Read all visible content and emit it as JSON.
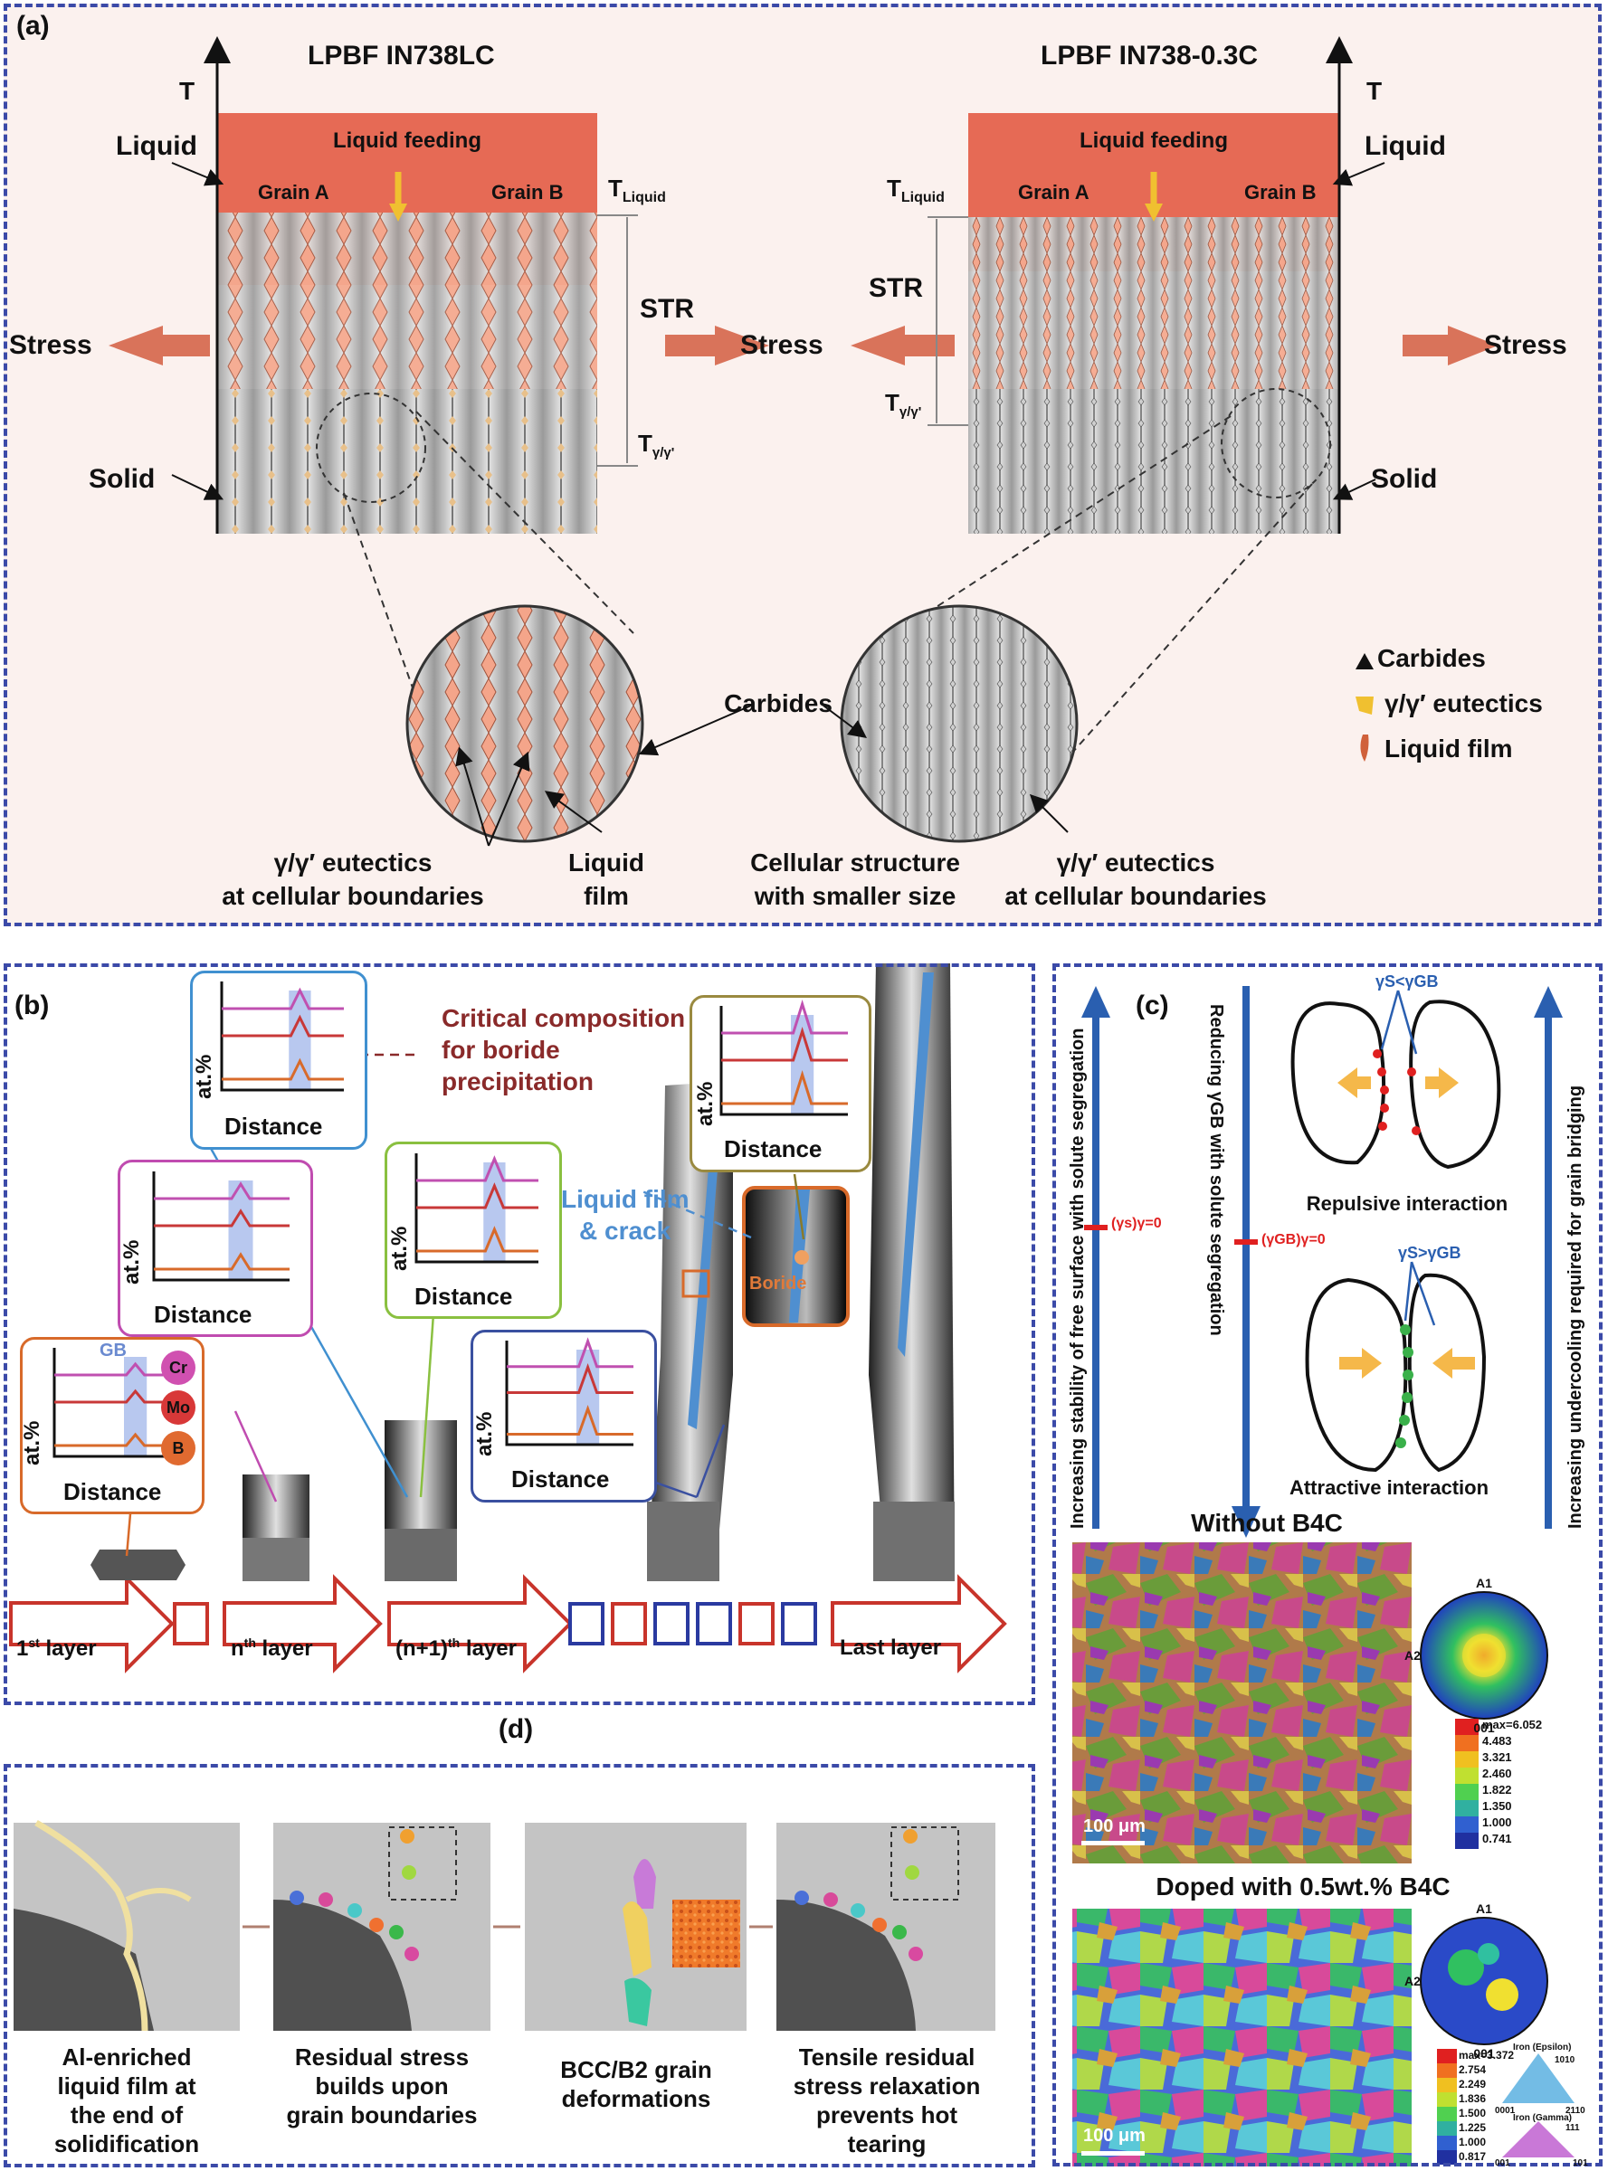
{
  "panel_a": {
    "tag": "(a)",
    "title_left": "LPBF IN738LC",
    "title_right": "LPBF IN738-0.3C",
    "axis_T": "T",
    "liquid": "Liquid",
    "liquid_feeding": "Liquid feeding",
    "grain_a": "Grain A",
    "grain_b": "Grain B",
    "t_liquid": "T",
    "t_liquid_sub": "Liquid",
    "t_gamma": "T",
    "t_gamma_sub": "γ/γ'",
    "str": "STR",
    "stress": "Stress",
    "solid": "Solid",
    "carbides": "Carbides",
    "eutectics_left_1": "γ/γ′ eutectics",
    "eutectics_left_2": "at cellular boundaries",
    "liquid_film_1": "Liquid",
    "liquid_film_2": "film",
    "cellular_1": "Cellular structure",
    "cellular_2": "with smaller size",
    "eutectics_right_1": "γ/γ′ eutectics",
    "eutectics_right_2": "at cellular boundaries",
    "legend": {
      "carbides": "Carbides",
      "eutectics": "γ/γ′ eutectics",
      "liquid_film": "Liquid film"
    }
  },
  "panel_b": {
    "tag": "(b)",
    "axis_y": "at.%",
    "axis_x": "Distance",
    "gb": "GB",
    "elements": [
      "Cr",
      "Mo",
      "B"
    ],
    "critical_1": "Critical composition",
    "critical_2": "for boride",
    "critical_3": "precipitation",
    "liquid_film_crack_1": "Liquid film",
    "liquid_film_crack_2": "& crack",
    "boride": "Boride",
    "layers": {
      "first": "1",
      "first_sup": "st",
      "first_rest": " layer",
      "nth": "n",
      "nth_sup": "th",
      "nth_rest": " layer",
      "n1": "(n+1)",
      "n1_sup": "th",
      "n1_rest": " layer",
      "last": "Last layer"
    }
  },
  "panel_c": {
    "tag": "(c)",
    "left_arrow_text": "Increasing stability of free surface with solute segregation",
    "mid_arrow_text": "Reducing γGB with solute segregation",
    "right_arrow_text": "Increasing undercooling required for grain bridging",
    "gamma_s": "(γs)γ=0",
    "gamma_gb": "(γGB)γ=0",
    "rel_top": "γS<γGB",
    "rel_bottom": "γS>γGB",
    "repulsive": "Repulsive interaction",
    "attractive": "Attractive interaction",
    "map1_title": "Without B4C",
    "map2_title": "Doped with 0.5wt.% B4C",
    "scale_bar": "100 μm",
    "pf_a1": "A1",
    "pf_a2": "A2",
    "pf_001": "001",
    "scale1": [
      "max=6.052",
      "4.483",
      "3.321",
      "2.460",
      "1.822",
      "1.350",
      "1.000",
      "0.741"
    ],
    "scale2": [
      "max=3.372",
      "2.754",
      "2.249",
      "1.836",
      "1.500",
      "1.225",
      "1.000",
      "0.817"
    ],
    "ipf_eps": "Iron (Epsilon)",
    "ipf_eps_1010": "1010",
    "ipf_eps_0001": "0001",
    "ipf_eps_2110": "2110",
    "ipf_gam": "Iron (Gamma)",
    "ipf_gam_111": "111",
    "ipf_gam_001": "001",
    "ipf_gam_101": "101"
  },
  "panel_d": {
    "tag": "(d)",
    "captions": [
      [
        "Al-enriched",
        "liquid film at",
        "the end of",
        "solidification"
      ],
      [
        "Residual stress",
        "builds upon",
        "grain boundaries"
      ],
      [
        "BCC/B2 grain",
        "deformations"
      ],
      [
        "Tensile residual",
        "stress relaxation",
        "prevents hot",
        "tearing"
      ]
    ]
  },
  "colors": {
    "panel_border": "#3b4aa8",
    "liquid": "#e8705a",
    "mushy": "#f6b49c",
    "stress_arrow": "#d9735a",
    "bg_a": "#fdf3f0",
    "liquid_film_blue": "#4f8fd0",
    "layer_arrow_red": "#c8342b"
  }
}
